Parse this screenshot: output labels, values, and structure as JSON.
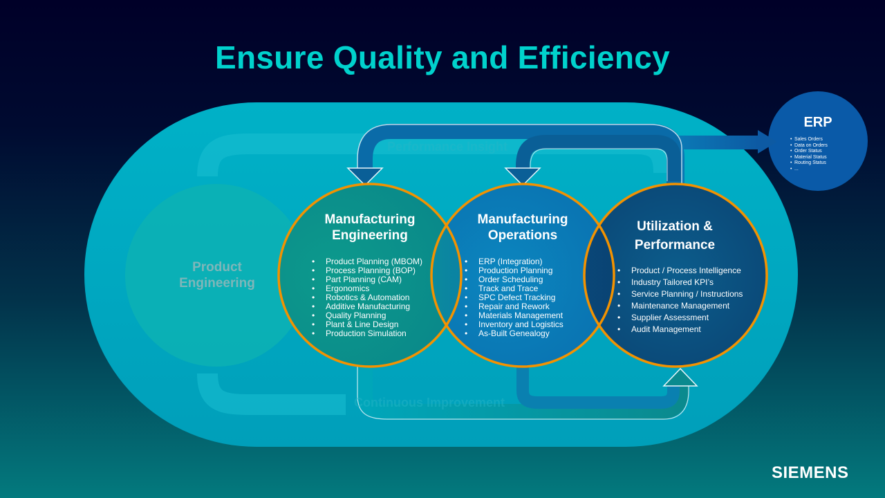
{
  "slide": {
    "title": "Ensure Quality and Efficiency"
  },
  "background_label": {
    "top": "Performance Insight",
    "bottom": "Continuous Improvement"
  },
  "product_engineering": {
    "line1": "Product",
    "line2": "Engineering"
  },
  "circles": {
    "manufacturing_engineering": {
      "title_line1": "Manufacturing",
      "title_line2": "Engineering",
      "items": [
        "Product Planning (MBOM)",
        "Process Planning (BOP)",
        "Part Planning (CAM)",
        "Ergonomics",
        "Robotics & Automation",
        "Additive Manufacturing",
        "Quality Planning",
        "Plant & Line Design",
        "Production Simulation"
      ]
    },
    "manufacturing_operations": {
      "title_line1": "Manufacturing",
      "title_line2": "Operations",
      "items": [
        "ERP (Integration)",
        "Production Planning",
        "Order Scheduling",
        "Track and Trace",
        "SPC Defect Tracking",
        "Repair and Rework",
        "Materials Management",
        "Inventory  and Logistics",
        "As-Built Genealogy"
      ]
    },
    "utilization_performance": {
      "title_line1": "Utilization  &",
      "title_line2": "Performance",
      "items": [
        "Product / Process Intelligence",
        "Industry Tailored KPI’s",
        "Service Planning / Instructions",
        "Maintenance Management",
        "Supplier Assessment",
        "Audit Management"
      ]
    }
  },
  "erp": {
    "title": "ERP",
    "items": [
      "Sales Orders",
      "Data on Orders",
      "Order Status",
      "Material Status",
      "Routing Status",
      "..."
    ]
  },
  "brand": {
    "logo_text": "SIEMENS"
  },
  "colors": {
    "title": "#00d2cd",
    "outline": "#f39200",
    "pill": "#00a8bf",
    "erp_circle": "#0a5aa8",
    "util_circle": "#0b4a7a",
    "mo_circle": "#0a78b8",
    "me_circle": "#0b8d8d"
  }
}
